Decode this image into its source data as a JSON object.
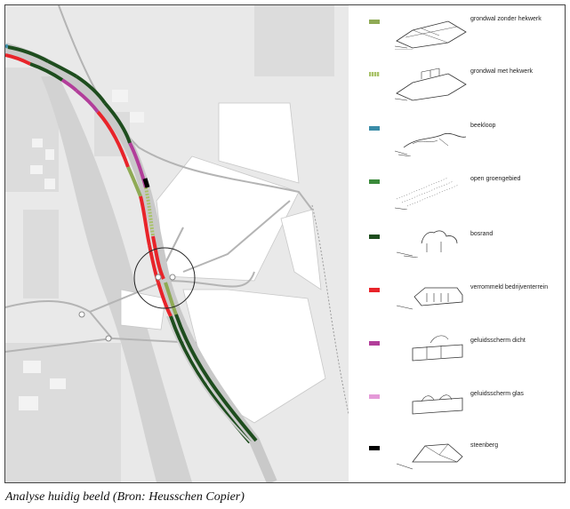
{
  "legend": {
    "items": [
      {
        "key": "grondwal-zonder-hekwerk",
        "label": "grondwal zonder hekwerk",
        "color": "#8faa55",
        "pattern": "solid",
        "sketch": "embankment-icon"
      },
      {
        "key": "grondwal-met-hekwerk",
        "label": "grondwal met hekwerk",
        "color": "#a9c26a",
        "pattern": "dotted",
        "sketch": "embankment-fence-icon"
      },
      {
        "key": "beekloop",
        "label": "beekloop",
        "color": "#3a8ca8",
        "pattern": "solid",
        "sketch": "stream-icon"
      },
      {
        "key": "open-groengebied",
        "label": "open groengebied",
        "color": "#3a8a3a",
        "pattern": "solid",
        "sketch": "open-green-icon"
      },
      {
        "key": "bosrand",
        "label": "bosrand",
        "color": "#1e4d1e",
        "pattern": "solid",
        "sketch": "forest-edge-icon"
      },
      {
        "key": "verrommeld-bedrijventerrein",
        "label": "verrommeld bedrijventerrein",
        "color": "#e8242a",
        "pattern": "solid",
        "sketch": "industrial-icon"
      },
      {
        "key": "geluidsscherm-dicht",
        "label": "geluidsscherm dicht",
        "color": "#b23e9a",
        "pattern": "solid",
        "sketch": "noise-wall-icon"
      },
      {
        "key": "geluidsscherm-glas",
        "label": "geluidsscherm glas",
        "color": "#e49ad8",
        "pattern": "solid",
        "sketch": "glass-wall-icon"
      },
      {
        "key": "steenberg",
        "label": "steenberg",
        "color": "#000000",
        "pattern": "solid",
        "sketch": "stone-heap-icon"
      }
    ]
  },
  "caption": "Analyse huidig beeld (Bron: Heusschen Copier)"
}
